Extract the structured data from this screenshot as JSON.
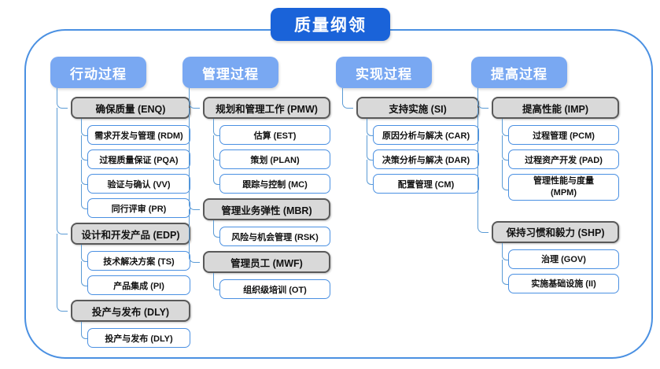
{
  "title": "质量纲领",
  "colors": {
    "title_bg": "#1a63d9",
    "header_bg": "#79a8f2",
    "connector": "#5b9bd5",
    "gray_fill": "#d9d9d9",
    "gray_border": "#595959",
    "white_border": "#4a90e2",
    "frame_border": "#4a90e2"
  },
  "columns": [
    {
      "header": "行动过程",
      "groups": [
        {
          "label": "确保质量 (ENQ)",
          "children": [
            "需求开发与管理 (RDM)",
            "过程质量保证 (PQA)",
            "验证与确认 (VV)",
            "同行评审 (PR)"
          ]
        },
        {
          "label": "设计和开发产品 (EDP)",
          "children": [
            "技术解决方案 (TS)",
            "产品集成 (PI)"
          ]
        },
        {
          "label": "投产与发布 (DLY)",
          "children": [
            "投产与发布 (DLY)"
          ]
        }
      ]
    },
    {
      "header": "管理过程",
      "groups": [
        {
          "label": "规划和管理工作 (PMW)",
          "children": [
            "估算 (EST)",
            "策划 (PLAN)",
            "跟踪与控制 (MC)"
          ]
        },
        {
          "label": "管理业务弹性 (MBR)",
          "children": [
            "风险与机会管理 (RSK)"
          ]
        },
        {
          "label": "管理员工 (MWF)",
          "children": [
            "组织级培训 (OT)"
          ]
        }
      ]
    },
    {
      "header": "实现过程",
      "groups": [
        {
          "label": "支持实施 (SI)",
          "children": [
            "原因分析与解决 (CAR)",
            "决策分析与解决 (DAR)",
            "配置管理 (CM)"
          ]
        }
      ]
    },
    {
      "header": "提高过程",
      "groups": [
        {
          "label": "提高性能 (IMP)",
          "children": [
            "过程管理 (PCM)",
            "过程资产开发 (PAD)",
            "管理性能与度量 (MPM)"
          ]
        },
        {
          "label": "保持习惯和毅力 (SHP)",
          "children": [
            "治理 (GOV)",
            "实施基础设施 (II)"
          ]
        }
      ]
    }
  ]
}
